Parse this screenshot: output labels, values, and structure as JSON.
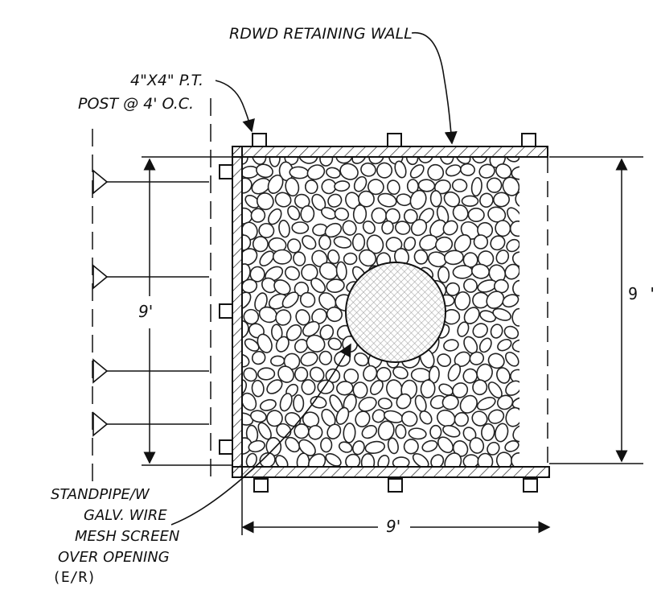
{
  "labels": {
    "wall": "RDWD RETAINING WALL",
    "post_line1": "4\"X4\" P.T.",
    "post_line2": "POST @ 4' O.C.",
    "dim_left": "9'",
    "dim_right": "9 '",
    "dim_bottom": "9'",
    "standpipe_line1": "STANDPIPE/W",
    "standpipe_line2": "GALV. WIRE",
    "standpipe_line3": "MESH SCREEN",
    "standpipe_line4": "OVER OPENING",
    "standpipe_line5": "(E/R)"
  },
  "colors": {
    "ink": "#111111",
    "fill": "#ffffff",
    "stone_hatch": "#222222"
  }
}
